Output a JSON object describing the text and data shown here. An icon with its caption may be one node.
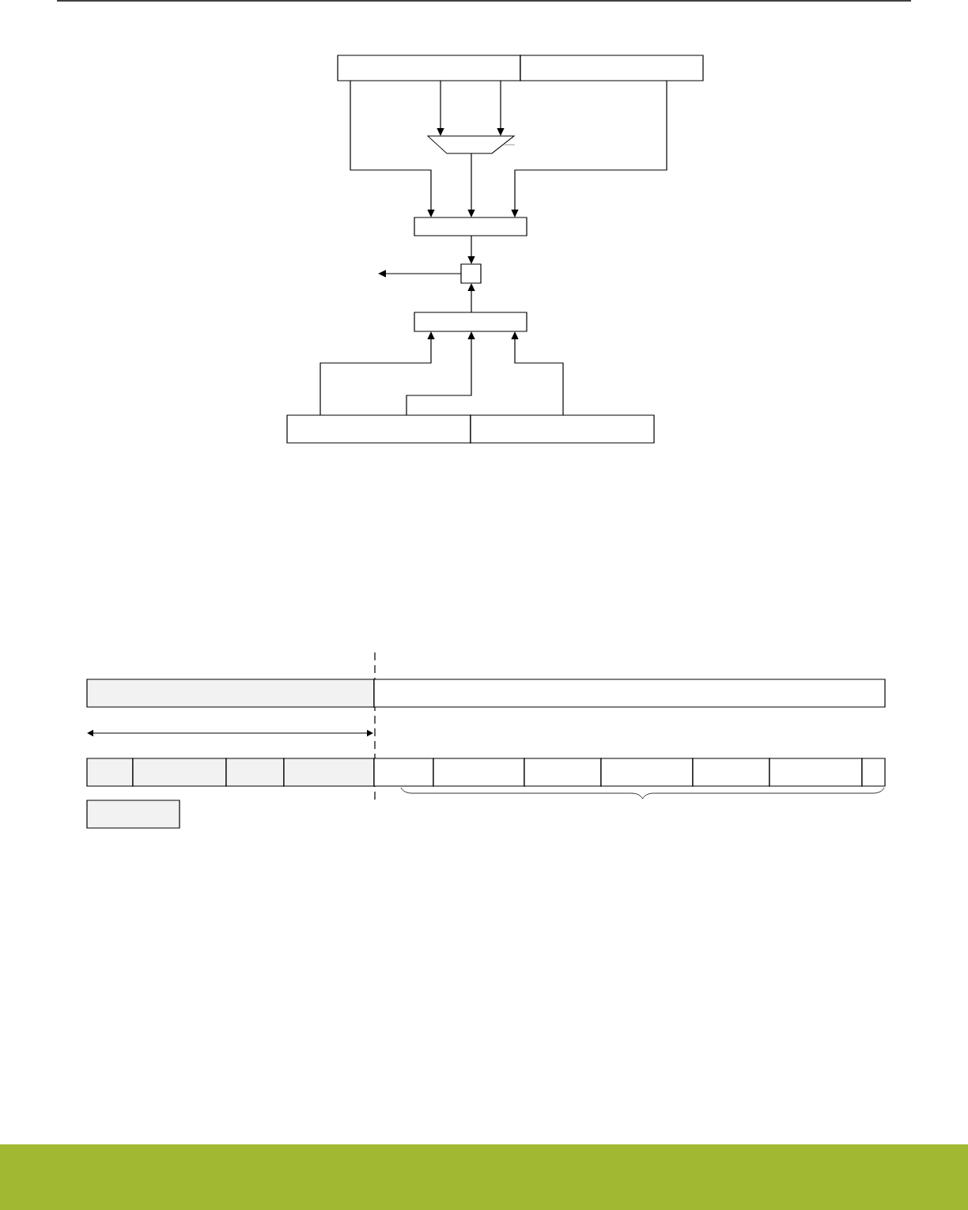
{
  "diagram": {
    "nodes": [
      {
        "text": [],
        "shape": "box"
      },
      {
        "text": [],
        "shape": "box"
      },
      {
        "text": [],
        "shape": "trapezoid"
      },
      {
        "text": [],
        "shape": "box"
      },
      {
        "text": [],
        "shape": "box"
      },
      {
        "text": [],
        "shape": "box"
      },
      {
        "text": [],
        "shape": "box"
      },
      {
        "text": [],
        "shape": "box"
      },
      {
        "text": [],
        "shape": "box"
      },
      {
        "text": [],
        "shape": "box"
      },
      {
        "text": [],
        "shape": "box"
      },
      {
        "text": [],
        "shape": "box"
      },
      {
        "text": [],
        "shape": "box"
      },
      {
        "text": [],
        "shape": "box"
      },
      {
        "text": [],
        "shape": "box"
      },
      {
        "text": [],
        "shape": "box"
      },
      {
        "text": [],
        "shape": "box"
      },
      {
        "text": [],
        "shape": "box"
      },
      {
        "text": [],
        "shape": "box"
      },
      {
        "text": [],
        "shape": "box"
      },
      {
        "text": [],
        "shape": "box"
      },
      {
        "text": [],
        "shape": "box"
      }
    ],
    "edges": [
      {
        "from": 0,
        "to": 2,
        "arrow": "to"
      },
      {
        "from": 0,
        "to": 2,
        "arrow": "to"
      },
      {
        "from": 0,
        "to": 3,
        "arrow": "to"
      },
      {
        "from": 2,
        "to": 3,
        "arrow": "to"
      },
      {
        "from": 1,
        "to": 3,
        "arrow": "to"
      },
      {
        "from": 3,
        "to": 4,
        "arrow": "to"
      },
      {
        "from": 4,
        "to": null,
        "arrow": "to"
      },
      {
        "from": 5,
        "to": 4,
        "arrow": "to"
      },
      {
        "from": 6,
        "to": 5,
        "arrow": "to"
      },
      {
        "from": 6,
        "to": 5,
        "arrow": "to"
      },
      {
        "from": 7,
        "to": 5,
        "arrow": "to"
      }
    ]
  }
}
